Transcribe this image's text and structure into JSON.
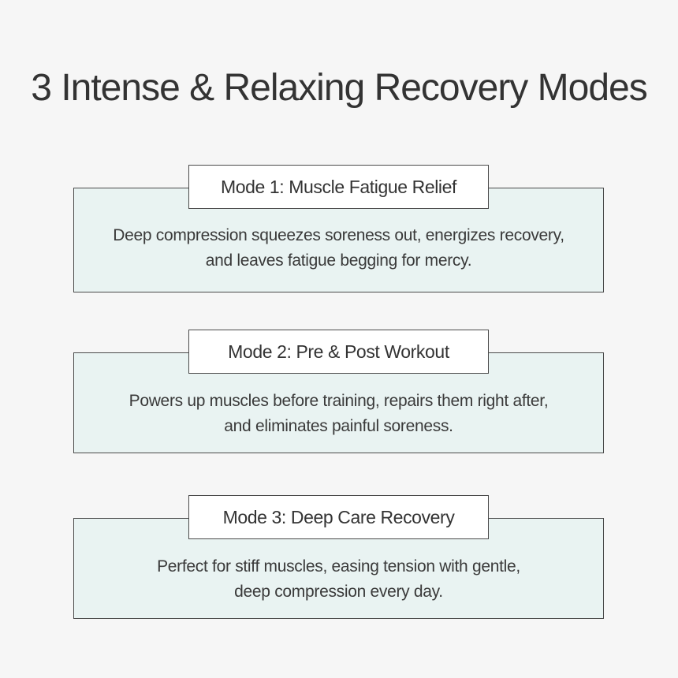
{
  "title": "3 Intense & Relaxing Recovery Modes",
  "modes": [
    {
      "label": "Mode 1: Muscle Fatigue Relief",
      "description_lines": [
        "Deep compression squeezes soreness out, energizes recovery,",
        "and leaves fatigue begging for mercy."
      ]
    },
    {
      "label": "Mode 2: Pre & Post Workout",
      "description_lines": [
        "Powers up muscles before training, repairs them right after,",
        "and eliminates painful soreness."
      ]
    },
    {
      "label": "Mode 3: Deep Care Recovery",
      "description_lines": [
        "Perfect for stiff muscles, easing tension with gentle,",
        "deep compression every day."
      ]
    }
  ],
  "colors": {
    "background": "#f6f6f6",
    "card_fill": "#e9f3f2",
    "label_fill": "#ffffff",
    "border": "#4a4a4a",
    "text": "#333333"
  }
}
